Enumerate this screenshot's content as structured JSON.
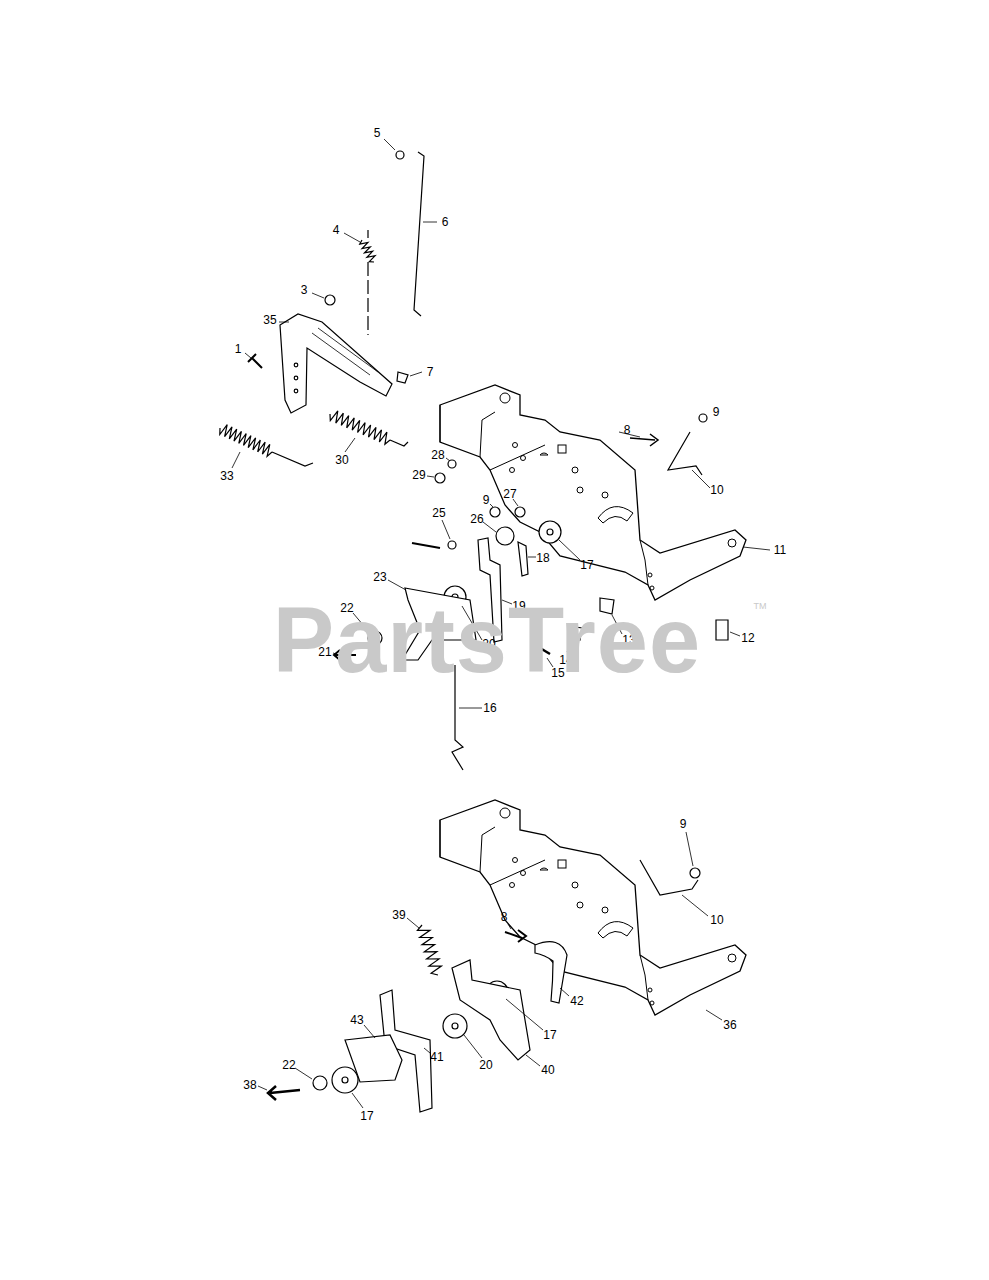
{
  "diagram": {
    "labels": [
      "5",
      "6",
      "4",
      "3",
      "35",
      "1",
      "7",
      "8",
      "9",
      "10",
      "33",
      "30",
      "28",
      "29",
      "9",
      "27",
      "26",
      "25",
      "17",
      "11",
      "18",
      "19",
      "23",
      "22",
      "20",
      "21",
      "13",
      "14",
      "12",
      "15",
      "16",
      "9",
      "10",
      "39",
      "8",
      "42",
      "17",
      "36",
      "43",
      "41",
      "20",
      "40",
      "22",
      "38",
      "17",
      "PartsTree",
      "TM"
    ]
  }
}
